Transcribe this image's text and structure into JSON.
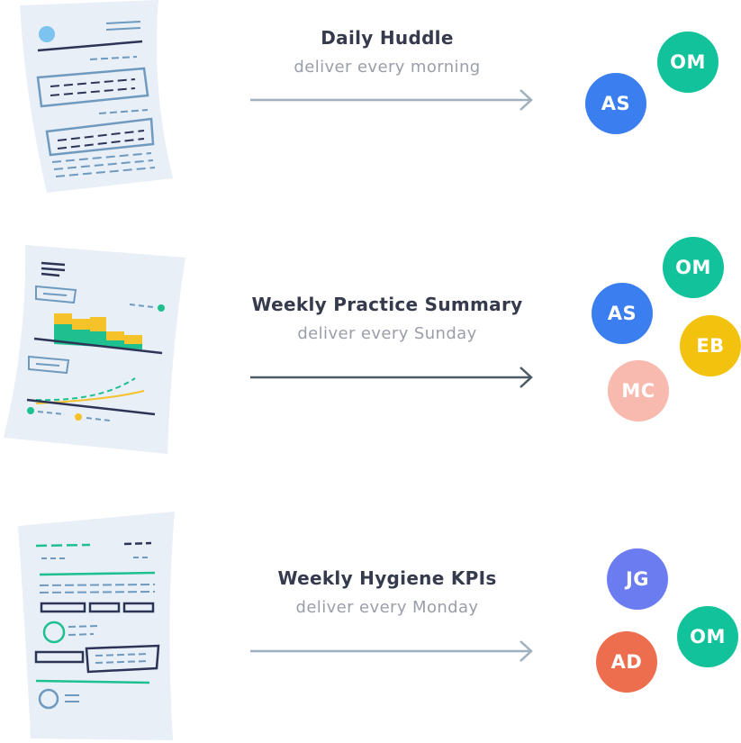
{
  "reports": [
    {
      "title": "Daily Huddle",
      "schedule": "deliver every morning",
      "recipients": [
        {
          "initials": "OM",
          "color": "#12c29b"
        },
        {
          "initials": "AS",
          "color": "#3b7ef0"
        }
      ]
    },
    {
      "title": "Weekly Practice Summary",
      "schedule": "deliver every Sunday",
      "recipients": [
        {
          "initials": "OM",
          "color": "#12c29b"
        },
        {
          "initials": "AS",
          "color": "#3b7ef0"
        },
        {
          "initials": "EB",
          "color": "#f2c20f"
        },
        {
          "initials": "MC",
          "color": "#f8b9ae"
        }
      ]
    },
    {
      "title": "Weekly Hygiene KPIs",
      "schedule": "deliver every Monday",
      "recipients": [
        {
          "initials": "JG",
          "color": "#6b7cf0"
        },
        {
          "initials": "OM",
          "color": "#12c29b"
        },
        {
          "initials": "AD",
          "color": "#ec6e4e"
        }
      ]
    }
  ],
  "colors": {
    "paper": "#e8eff6",
    "line_blue": "#6f9ac0",
    "navy": "#2c3458",
    "green": "#1ec08f",
    "yellow": "#f5c22a",
    "arrow_light": "#9fb0bf",
    "arrow_dark": "#4c5a66"
  }
}
